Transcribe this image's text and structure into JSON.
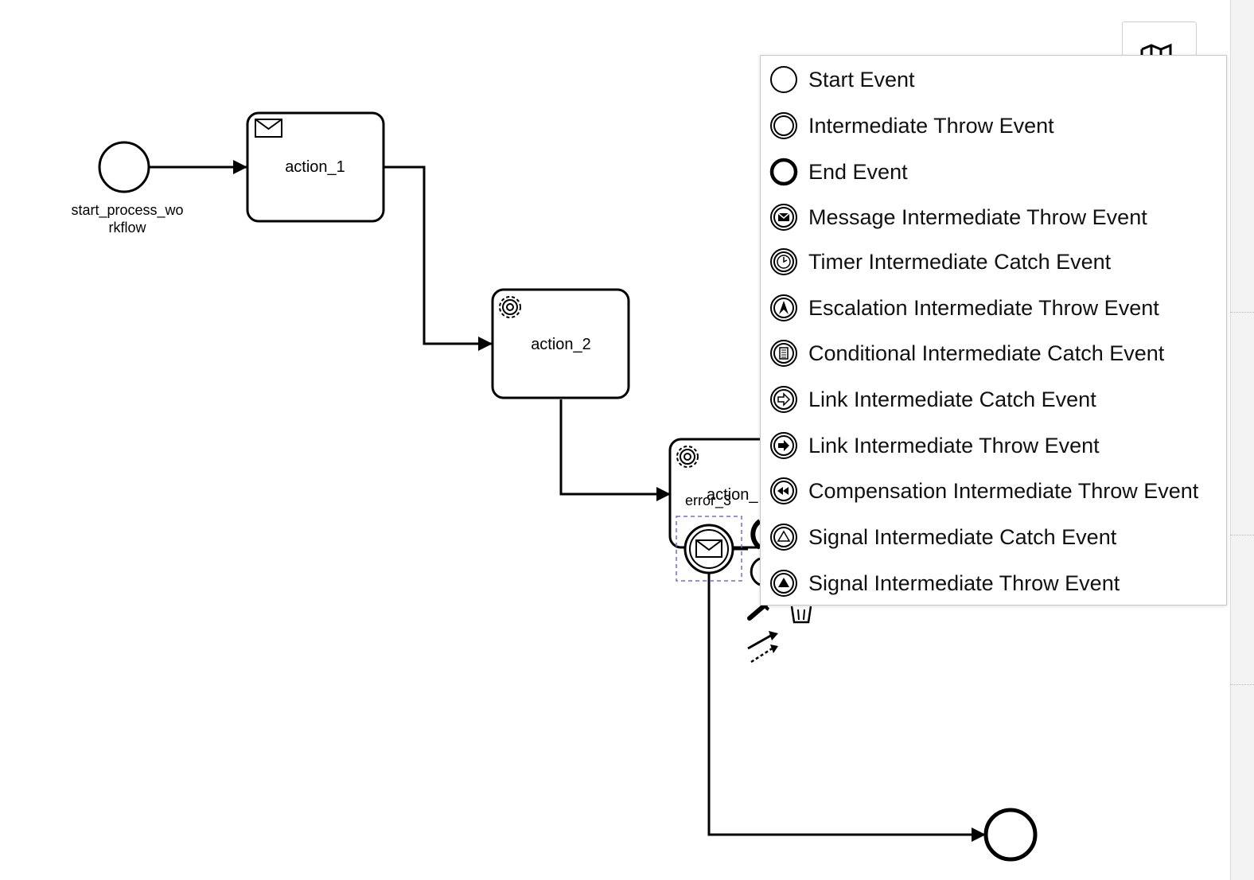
{
  "diagram": {
    "start_event_label": "start_process_wo\nrkflow",
    "start_event_label_lines": [
      "start_process_wo",
      "rkflow"
    ],
    "task1_label": "action_1",
    "task2_label": "action_2",
    "task3_label": "action_",
    "boundary_label": "error_3"
  },
  "replace_menu": {
    "items": [
      {
        "label": "Start Event",
        "icon": "start-event-icon"
      },
      {
        "label": "Intermediate Throw Event",
        "icon": "intermediate-throw-event-icon"
      },
      {
        "label": "End Event",
        "icon": "end-event-icon"
      },
      {
        "label": "Message Intermediate Throw Event",
        "icon": "message-intermediate-throw-event-icon"
      },
      {
        "label": "Timer Intermediate Catch Event",
        "icon": "timer-intermediate-catch-event-icon"
      },
      {
        "label": "Escalation Intermediate Throw Event",
        "icon": "escalation-intermediate-throw-event-icon"
      },
      {
        "label": "Conditional Intermediate Catch Event",
        "icon": "conditional-intermediate-catch-event-icon"
      },
      {
        "label": "Link Intermediate Catch Event",
        "icon": "link-intermediate-catch-event-icon"
      },
      {
        "label": "Link Intermediate Throw Event",
        "icon": "link-intermediate-throw-event-icon"
      },
      {
        "label": "Compensation Intermediate Throw Event",
        "icon": "compensation-intermediate-throw-event-icon"
      },
      {
        "label": "Signal Intermediate Catch Event",
        "icon": "signal-intermediate-catch-event-icon"
      },
      {
        "label": "Signal Intermediate Throw Event",
        "icon": "signal-intermediate-throw-event-icon"
      }
    ]
  },
  "colors": {
    "stroke": "#000000",
    "selection": "#6f6fd8",
    "panel_border": "#c8c8c8"
  }
}
